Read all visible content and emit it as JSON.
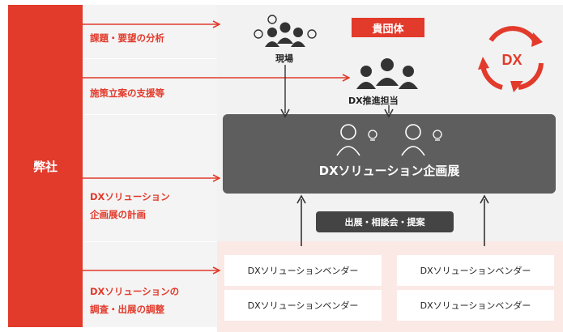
{
  "company": "弊社",
  "client": "貴団体",
  "roles": [
    "課題・要望の分析",
    "施策立案の支援等",
    "DXソリューション",
    "企画展の計画",
    "DXソリューションの",
    "調査・出展の調整"
  ],
  "field_label": "現場",
  "dx_lead_label": "DX推進担当",
  "cycle_label": "DX",
  "main_box_title": "DXソリューション企画展",
  "sub_label": "出展・相談会・提案",
  "vendors": [
    "DXソリューションベンダー",
    "DXソリューションベンダー",
    "DXソリューションベンダー",
    "DXソリューションベンダー"
  ],
  "colors": {
    "accent": "#e23a2b",
    "box_dark": "#5e5e5e",
    "label_dark": "#444444"
  }
}
